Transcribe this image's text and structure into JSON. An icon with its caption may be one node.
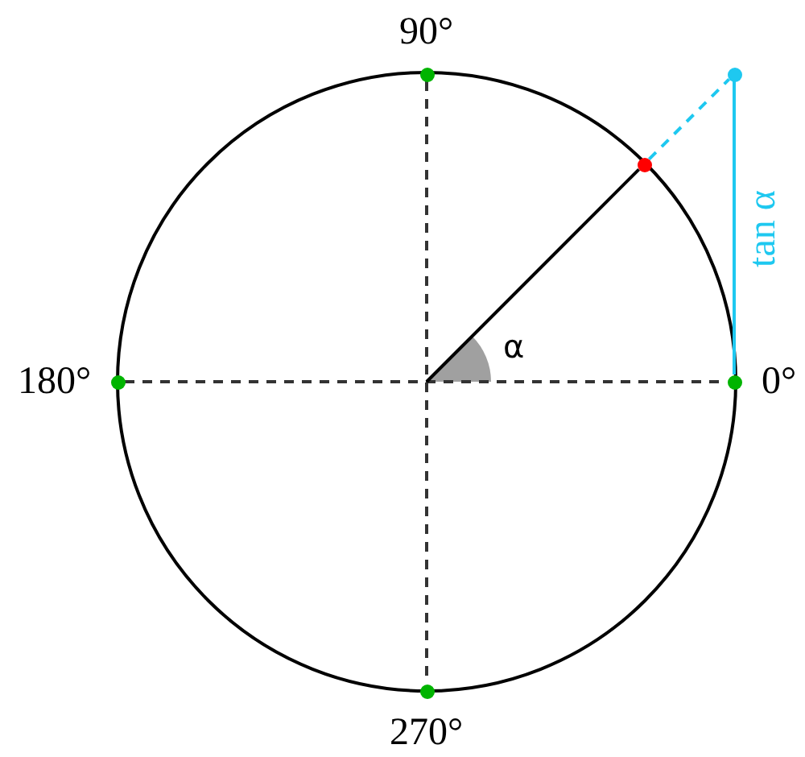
{
  "diagram": {
    "nodes": [
      {
        "text": [],
        "shape": "circle",
        "beside": [
          "90°"
        ]
      },
      {
        "text": [],
        "shape": "circle",
        "beside": [
          "180°"
        ]
      },
      {
        "text": [],
        "shape": "circle",
        "beside": [
          "0°"
        ]
      },
      {
        "text": [],
        "shape": "circle",
        "beside": [
          "270°"
        ]
      },
      {
        "text": [],
        "shape": "circle"
      },
      {
        "text": [],
        "shape": "circle"
      }
    ],
    "edges": [
      {
        "from": 1,
        "to": 2,
        "arrow": "none",
        "style": "dashed"
      },
      {
        "from": 0,
        "to": 3,
        "arrow": "none",
        "style": "dashed"
      },
      {
        "from": null,
        "to": 4,
        "arrow": "none"
      },
      {
        "from": 4,
        "to": 5,
        "arrow": "none",
        "style": "dashed",
        "color": "#1ec8f0"
      },
      {
        "from": 2,
        "to": 5,
        "arrow": "none",
        "color": "#1ec8f0",
        "label": "tan α"
      }
    ],
    "labels": [
      "α"
    ]
  }
}
